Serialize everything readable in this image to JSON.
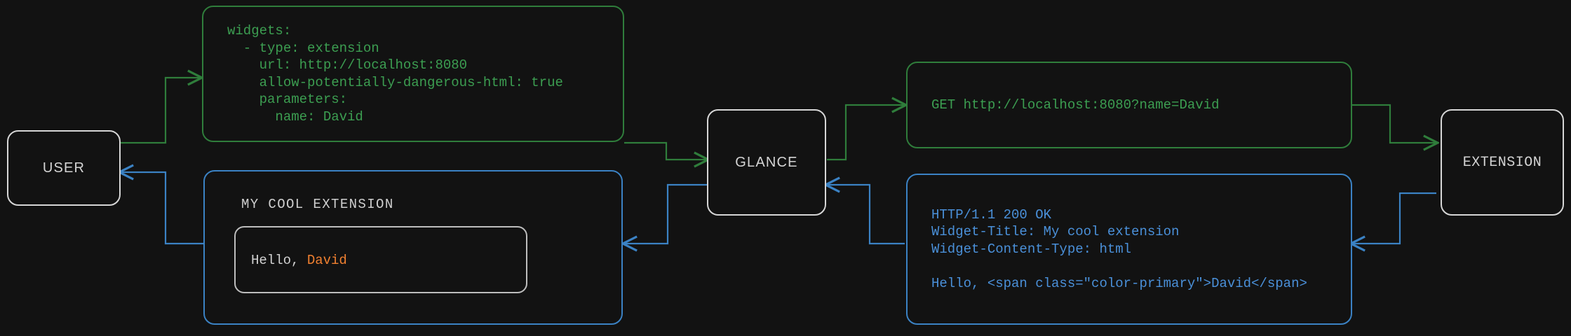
{
  "diagram": {
    "title": "Glance extension request/response flow",
    "background": "#121212",
    "colors": {
      "request": "#2f7d3b",
      "response": "#3b82c4",
      "node_border": "#d6d6d6",
      "node_text": "#d4d4d4",
      "request_text": "#3c9e51",
      "response_text": "#4a90d9",
      "widget_text": "#d2d2d2",
      "accent": "#f08030"
    }
  },
  "nodes": {
    "user": {
      "label": "USER"
    },
    "glance": {
      "label": "GLANCE"
    },
    "extension": {
      "label": "EXTENSION"
    }
  },
  "panels": {
    "config_yaml": {
      "text": "widgets:\n  - type: extension\n    url: http://localhost:8080\n    allow-potentially-dangerous-html: true\n    parameters:\n      name: David"
    },
    "http_request": {
      "text": "GET http://localhost:8080?name=David"
    },
    "http_response": {
      "text": "HTTP/1.1 200 OK\nWidget-Title: My cool extension\nWidget-Content-Type: html\n\nHello, <span class=\"color-primary\">David</span>"
    }
  },
  "widget_preview": {
    "title": "MY COOL EXTENSION",
    "greeting_prefix": "Hello, ",
    "greeting_name": "David"
  }
}
